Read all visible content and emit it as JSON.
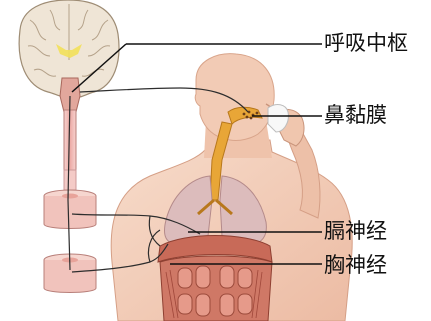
{
  "labels": {
    "respiratory_center": "呼吸中枢",
    "nasal_mucosa": "鼻黏膜",
    "phrenic_nerve": "膈神经",
    "intercostal_nerve": "胸神经"
  },
  "colors": {
    "skin": "#f4d0bb",
    "skin_shade": "#e5b29a",
    "brain": "#efe5d6",
    "brain_fold": "#b9a892",
    "brainstem": "#e2a79c",
    "spinal_cord": "#f3c0bc",
    "airway": "#e7a33a",
    "lung": "#d7b3b3",
    "diaphragm_muscle": "#c86a58",
    "nerve": "#2d2d2d",
    "leader_line": "#111111"
  }
}
